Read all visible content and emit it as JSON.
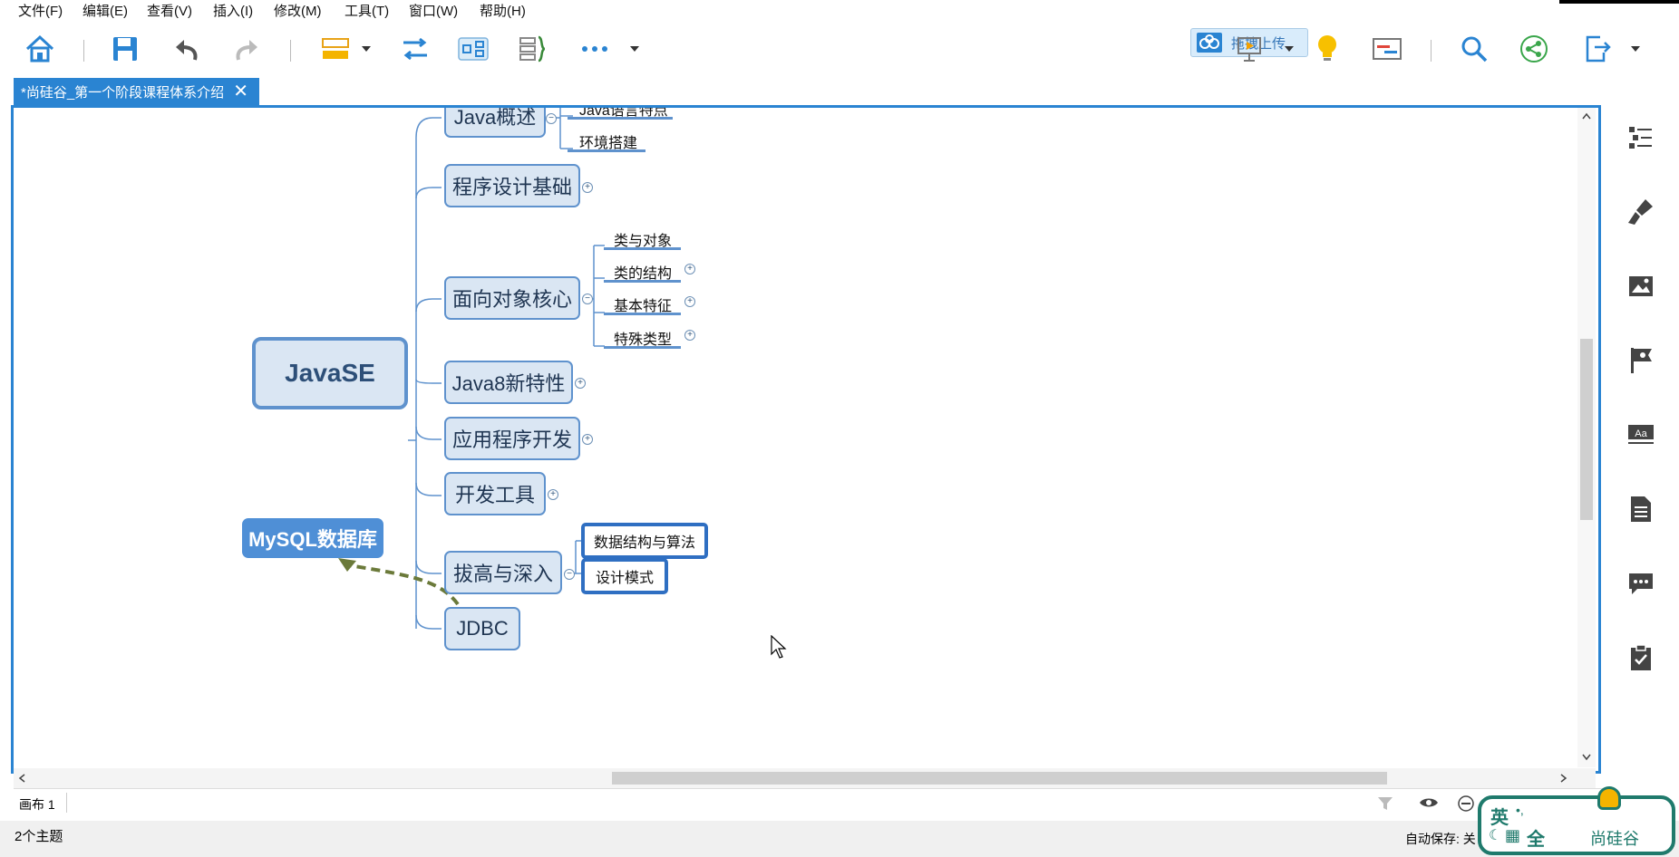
{
  "menubar": [
    "文件(F)",
    "编辑(E)",
    "查看(V)",
    "插入(I)",
    "修改(M)",
    "工具(T)",
    "窗口(W)",
    "帮助(H)"
  ],
  "upload_button": "拖拽上传",
  "document_tab": {
    "title": "*尚硅谷_第一个阶段课程体系介绍"
  },
  "mindmap": {
    "root": "JavaSE",
    "floating_topic": "MySQL数据库",
    "branches": [
      {
        "label": "Java概述",
        "children": [
          "Java语言特点",
          "环境搭建"
        ]
      },
      {
        "label": "程序设计基础",
        "children": []
      },
      {
        "label": "面向对象核心",
        "children": [
          "类与对象",
          "类的结构",
          "基本特征",
          "特殊类型"
        ]
      },
      {
        "label": "Java8新特性",
        "children": []
      },
      {
        "label": "应用程序开发",
        "children": []
      },
      {
        "label": "开发工具",
        "children": []
      },
      {
        "label": "拔高与深入",
        "children": [
          "数据结构与算法",
          "设计模式"
        ]
      },
      {
        "label": "JDBC",
        "children": []
      }
    ]
  },
  "statusbar": {
    "canvas_tab": "画布 1"
  },
  "bottom": {
    "topic_count": "2个主题",
    "autosave": "自动保存: 关"
  },
  "ime": {
    "lang": "英",
    "punct": "•,",
    "mode": "全",
    "brand": "尚硅谷"
  },
  "colors": {
    "accent": "#2a84d2",
    "node_fill": "#dae6f3",
    "node_border": "#5f92cd",
    "floating": "#4f8fd6",
    "relation": "#6b7a3a"
  }
}
